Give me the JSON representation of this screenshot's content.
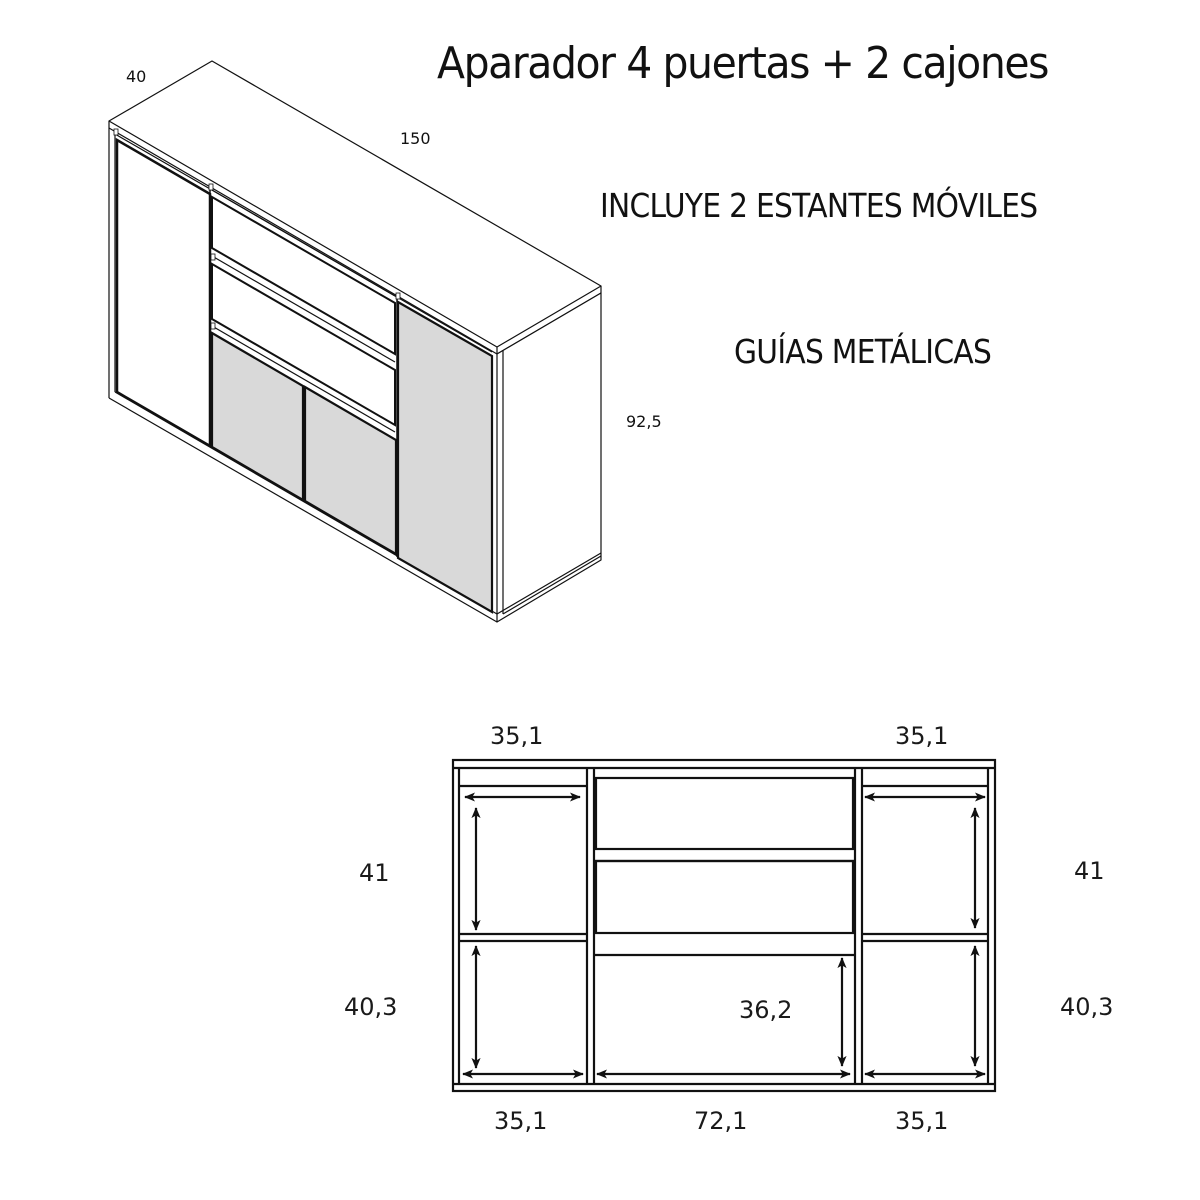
{
  "header": {
    "title": "Aparador 4 puertas + 2 cajones"
  },
  "notes": {
    "shelves": "INCLUYE 2 ESTANTES MÓVILES",
    "guides": "GUÍAS METÁLICAS"
  },
  "isometric_view": {
    "depth": "40",
    "width": "150",
    "height": "92,5",
    "door_fill_color": "#d9d9d9",
    "line_color": "#111111"
  },
  "front_view": {
    "top_left_width": "35,1",
    "top_right_width": "35,1",
    "left_upper_height": "41",
    "left_lower_height": "40,3",
    "right_upper_height": "41",
    "right_lower_height": "40,3",
    "center_height": "36,2",
    "bottom_left_width": "35,1",
    "bottom_center_width": "72,1",
    "bottom_right_width": "35,1"
  }
}
